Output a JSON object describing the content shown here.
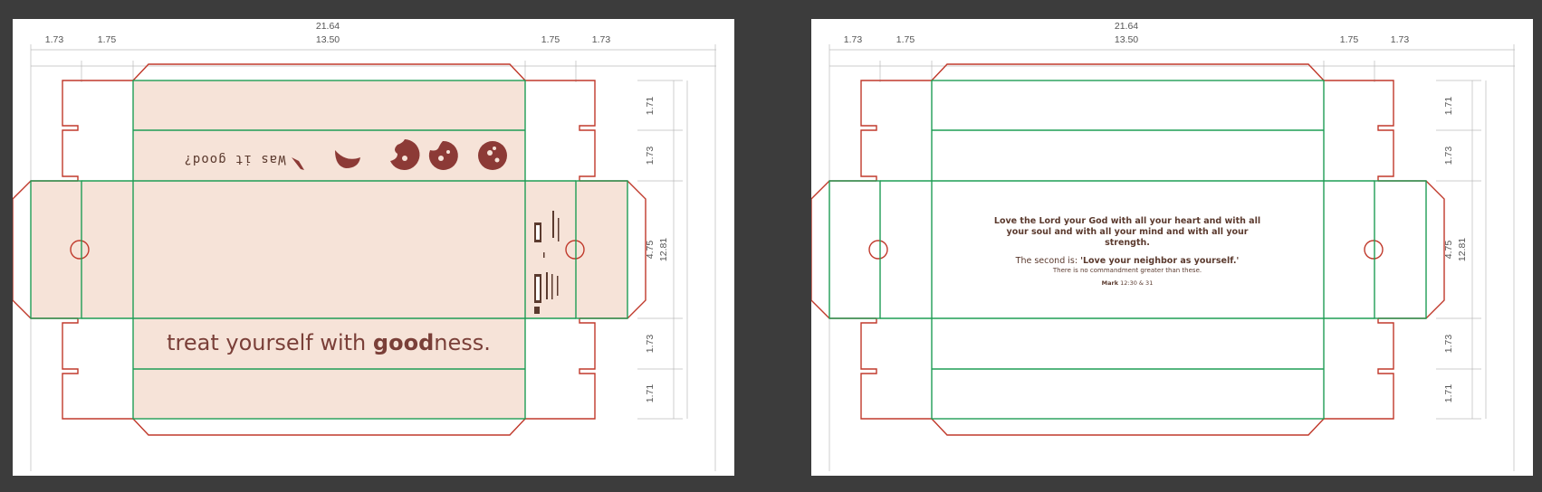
{
  "colors": {
    "background": "#3c3c3c",
    "artboard": "#ffffff",
    "cut_line": "#c0392b",
    "fold_line": "#1f9d55",
    "print_fill": "#f6e3d8",
    "brand_brown": "#7a3f38",
    "text_dark": "#5b3a2e"
  },
  "dimensions": {
    "total_width": "21.64",
    "main_width": "13.50",
    "flap_outer": "1.73",
    "flap_inner": "1.75",
    "total_height": "12.81",
    "panel_top": "1.71",
    "panel_side": "1.73",
    "panel_main": "4.75"
  },
  "left_board": {
    "question_text": "Was it good?",
    "tagline_prefix": "treat yourself with ",
    "tagline_bold": "good",
    "tagline_suffix": "ness.",
    "cookie_icons": [
      "cookie-crumb-icon",
      "cookie-bite-icon",
      "cookie-half-icon",
      "cookie-bitten-icon",
      "cookie-full-icon"
    ]
  },
  "right_board": {
    "verse_line1": "Love the Lord your God with all your heart and with all",
    "verse_line2": "your soul and with all your mind and with all your",
    "verse_line3": "strength.",
    "second_prefix": "The second is: ",
    "second_quote": "'Love your neighbor as yourself.'",
    "commandment": "There is no commandment greater than these.",
    "ref_book": "Mark",
    "ref_verses": "12:30 & 31"
  }
}
